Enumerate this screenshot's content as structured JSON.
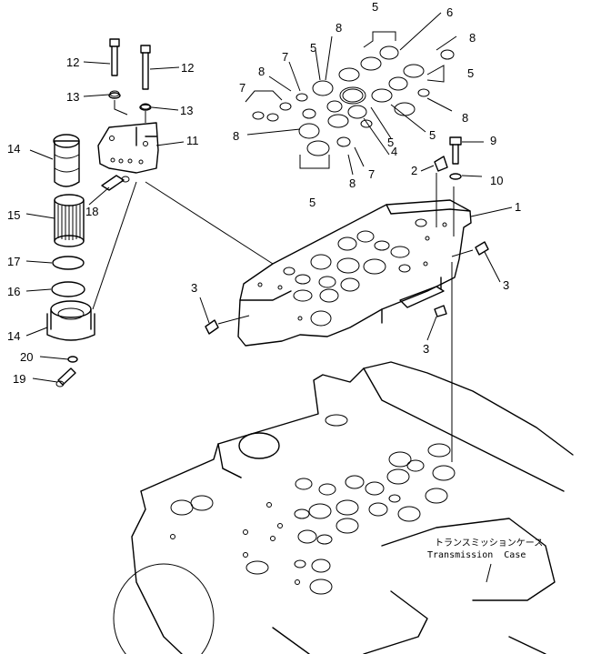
{
  "labels": {
    "p1": "1",
    "p2": "2",
    "p3a": "3",
    "p3b": "3",
    "p3c": "3",
    "p4": "4",
    "p5a": "5",
    "p5b": "5",
    "p5c": "5",
    "p5d": "5",
    "p5e": "5",
    "p5f": "5",
    "p6": "6",
    "p7a": "7",
    "p7b": "7",
    "p7c": "7",
    "p8a": "8",
    "p8b": "8",
    "p8c": "8",
    "p8d": "8",
    "p8e": "8",
    "p8f": "8",
    "p9": "9",
    "p10": "10",
    "p11": "11",
    "p12a": "12",
    "p12b": "12",
    "p13a": "13",
    "p13b": "13",
    "p14a": "14",
    "p14b": "14",
    "p15": "15",
    "p16": "16",
    "p17": "17",
    "p18": "18",
    "p19": "19",
    "p20": "20"
  },
  "caption": {
    "jp": "トランスミッションケース",
    "en": "Transmission  Case"
  }
}
